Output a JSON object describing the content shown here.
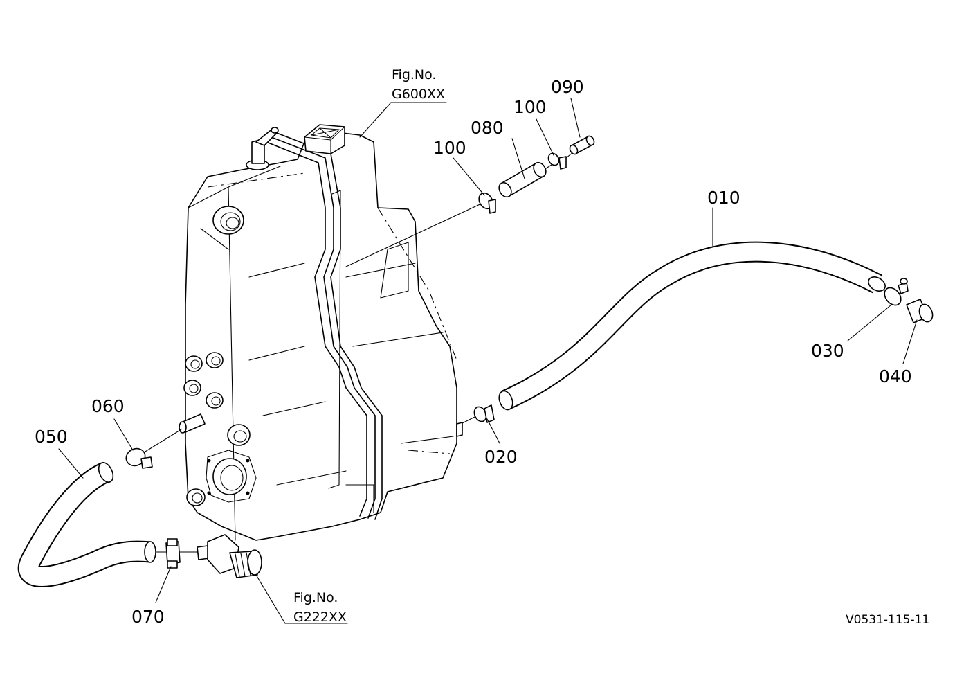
{
  "callouts": {
    "p010": "010",
    "p020": "020",
    "p030": "030",
    "p040": "040",
    "p050": "050",
    "p060": "060",
    "p070": "070",
    "p080": "080",
    "p090": "090",
    "p100a": "100",
    "p100b": "100"
  },
  "references": {
    "top": {
      "label": "Fig.No.",
      "code": "G600XX"
    },
    "bottom": {
      "label": "Fig.No.",
      "code": "G222XX"
    }
  },
  "drawing_code": "V0531-115-11"
}
